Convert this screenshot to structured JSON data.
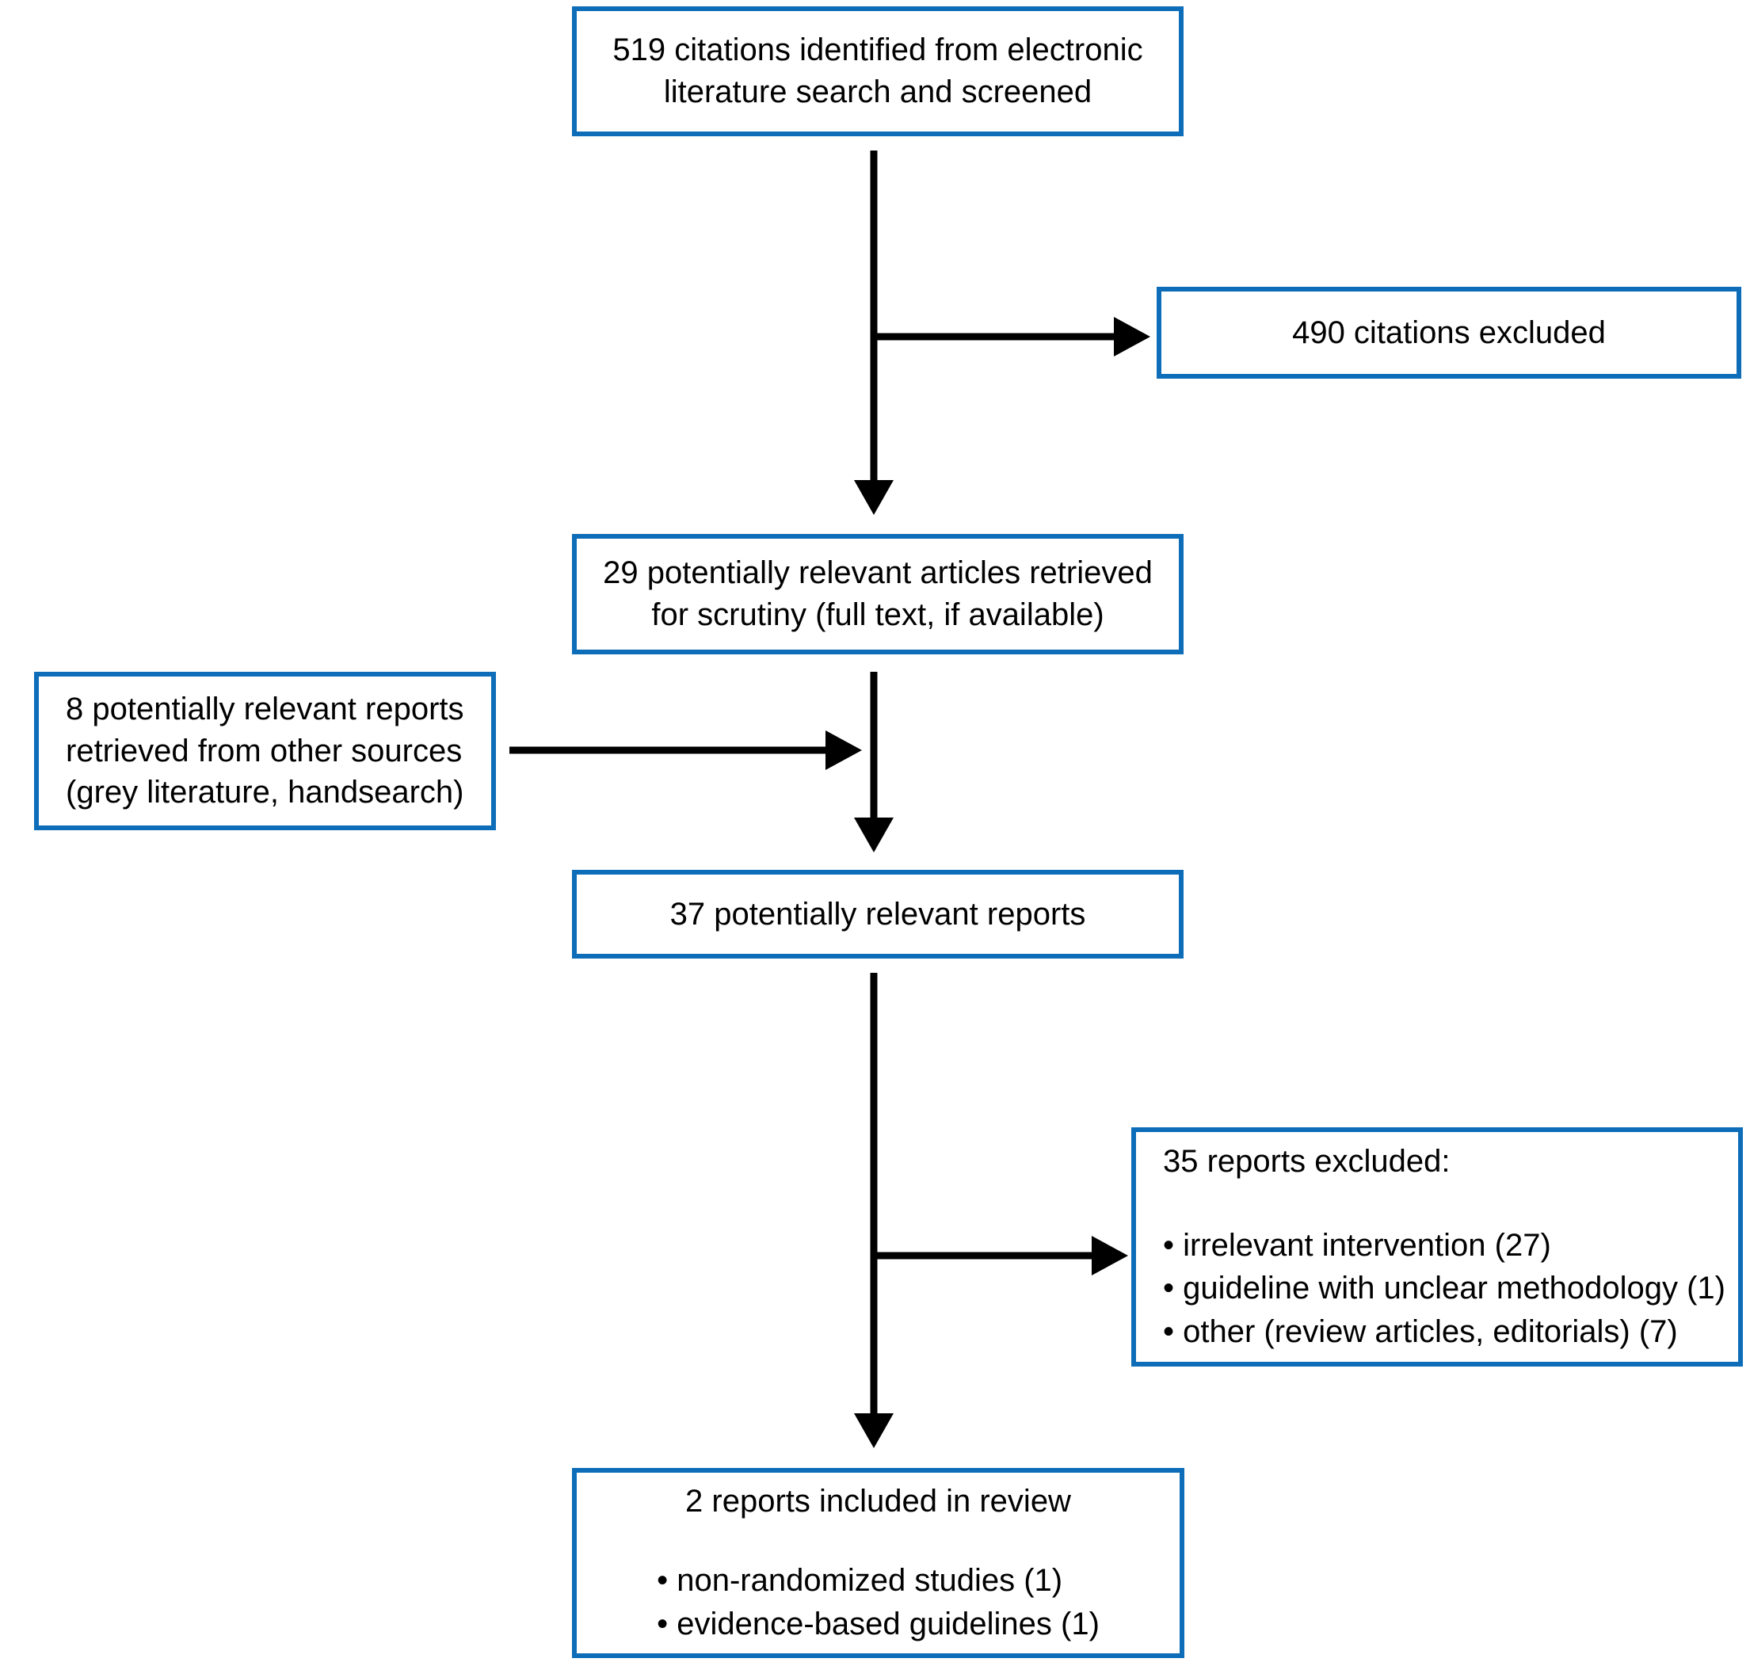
{
  "diagram": {
    "title": "PRISMA study selection flow diagram",
    "accent_color": "#0E6DB8",
    "text_color": "#000000",
    "background_color": "#FFFFFF",
    "connector_color": "#000000"
  },
  "nodes": {
    "identified": {
      "id": "identified",
      "count": 519,
      "lines": [
        "519 citations identified from electronic",
        "literature search and screened"
      ]
    },
    "excluded_citations": {
      "id": "excluded-citations",
      "count": 490,
      "lines": [
        "490 citations excluded"
      ]
    },
    "retrieved_articles": {
      "id": "retrieved-articles",
      "count": 29,
      "lines": [
        "29 potentially relevant articles retrieved",
        "for scrutiny (full text, if available)"
      ]
    },
    "other_sources": {
      "id": "other-sources",
      "count": 8,
      "lines": [
        "8 potentially relevant reports",
        "retrieved from other sources",
        "(grey literature, handsearch)"
      ]
    },
    "relevant_reports": {
      "id": "relevant-reports",
      "count": 37,
      "lines": [
        "37 potentially relevant reports"
      ]
    },
    "excluded_reports": {
      "id": "excluded-reports",
      "count": 35,
      "heading": "35 reports excluded:",
      "bullets": [
        "• irrelevant intervention (27)",
        "• guideline with unclear methodology (1)",
        "• other (review articles, editorials) (7)"
      ]
    },
    "included_reports": {
      "id": "included-reports",
      "count": 2,
      "heading": "2 reports included in review",
      "bullets": [
        "• non-randomized studies (1)",
        "• evidence-based guidelines (1)"
      ]
    }
  },
  "connectors": [
    {
      "name": "identified-to-retrieved",
      "type": "vertical-arrow",
      "from": "identified",
      "to": "retrieved_articles"
    },
    {
      "name": "identified-to-excluded-citations",
      "type": "horizontal-arrow",
      "from": "identified",
      "to": "excluded_citations"
    },
    {
      "name": "retrieved-to-relevant-reports",
      "type": "vertical-arrow",
      "from": "retrieved_articles",
      "to": "relevant_reports"
    },
    {
      "name": "other-sources-to-trunk",
      "type": "horizontal-arrow",
      "from": "other_sources",
      "to": "relevant_reports"
    },
    {
      "name": "relevant-to-included",
      "type": "vertical-arrow",
      "from": "relevant_reports",
      "to": "included_reports"
    },
    {
      "name": "relevant-to-excluded-reports",
      "type": "horizontal-arrow",
      "from": "relevant_reports",
      "to": "excluded_reports"
    }
  ]
}
